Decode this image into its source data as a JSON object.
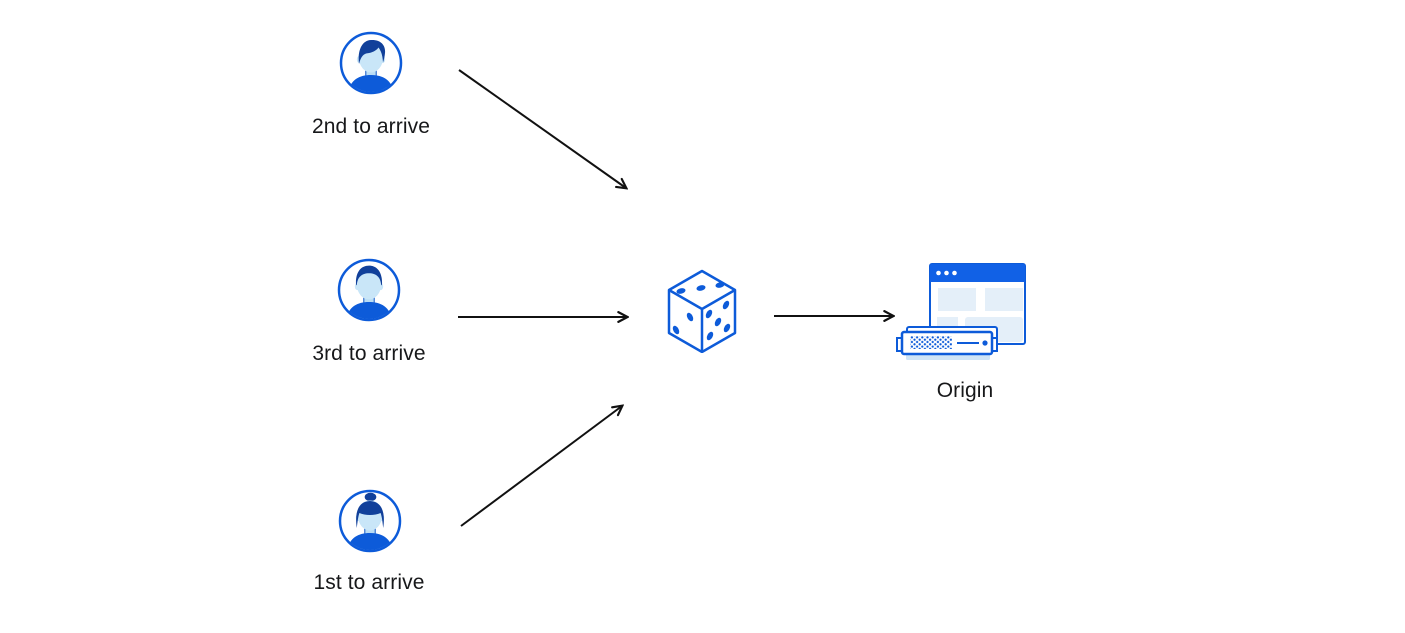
{
  "diagram": {
    "clients": [
      {
        "id": "client-second",
        "label": "2nd to arrive",
        "icon": "male-avatar-swept-hair-icon"
      },
      {
        "id": "client-third",
        "label": "3rd to arrive",
        "icon": "male-avatar-short-hair-icon"
      },
      {
        "id": "client-first",
        "label": "1st to arrive",
        "icon": "female-avatar-bun-icon"
      }
    ],
    "randomizer": {
      "id": "dice",
      "icon": "dice-icon"
    },
    "origin": {
      "id": "origin",
      "label": "Origin",
      "icon": "origin-server-browser-icon"
    },
    "arrows": [
      {
        "from": "client-second",
        "to": "dice"
      },
      {
        "from": "client-third",
        "to": "dice"
      },
      {
        "from": "client-first",
        "to": "dice"
      },
      {
        "from": "dice",
        "to": "origin"
      }
    ],
    "colors": {
      "primary_blue": "#0d5bd9",
      "titlebar_blue": "#1161e6",
      "hair_navy": "#11409a",
      "face_light_blue": "#c9e6f8",
      "neck_blue": "#b9dcf4",
      "pale_block_blue": "#e4eff9",
      "server_base_blue": "#cfe4f6",
      "arrow_black": "#111111",
      "background": "#ffffff",
      "text": "#17181a"
    }
  }
}
